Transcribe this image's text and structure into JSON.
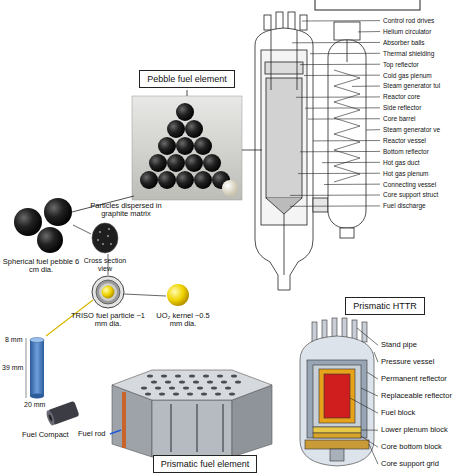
{
  "diagram": {
    "nodes": [
      {
        "text": [
          "Pebble fuel element"
        ]
      },
      {
        "text": [
          "Prismatic HTTR"
        ]
      },
      {
        "text": [
          "Prismatic fuel element"
        ]
      }
    ],
    "labels": [
      "Control rod drives",
      "Helium circulator",
      "Absorber balls",
      "Thermal shielding",
      "Top reflector",
      "Cold gas plenum",
      "Steam generator tul",
      "Reactor core",
      "Side reflector",
      "Core barrel",
      "Steam generator ve",
      "Reactor vessel",
      "Bottom reflector",
      "Hot gas duct",
      "Hot gas plenum",
      "Connecting vessel",
      "Core support struct",
      "Fuel discharge",
      "Spherical fuel pebble 6 cm dia.",
      "Particles dispersed in graphite matrix",
      "Cross section view",
      "TRISO fuel particle ~1 mm dia.",
      "UO₂ kernel ~0.5 mm dia.",
      "8 mm",
      "39 mm",
      "20 mm",
      "Fuel Compact",
      "Fuel rod",
      "Stand pipe",
      "Pressure vessel",
      "Permanent reflector",
      "Replaceable reflector",
      "Fuel block",
      "Lower plenum block",
      "Core bottom block",
      "Core support grid"
    ]
  }
}
